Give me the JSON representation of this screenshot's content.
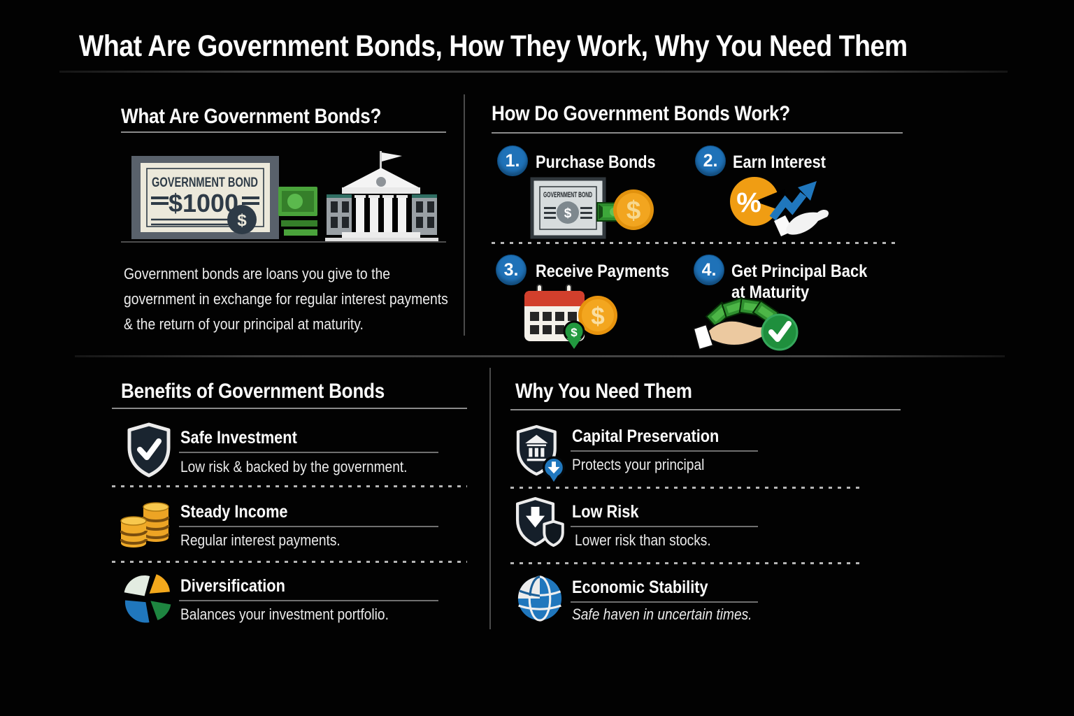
{
  "title": "What Are Government Bonds, How They Work, Why You Need Them",
  "colors": {
    "background": "#000000",
    "accent_blue": "#1f72b8",
    "coin_orange": "#f2a51f",
    "money_green": "#3f9a35",
    "check_green": "#1f8f3d",
    "shield_navy": "#151f2a",
    "bond_paper": "#ece9db",
    "bond_ink": "#2e3b47"
  },
  "what_section": {
    "heading": "What Are Government Bonds?",
    "bond_certificate": {
      "label": "GOVERNMENT BOND",
      "value": "$1000",
      "symbol": "$"
    },
    "description_lines": [
      "Government bonds are loans you give to the",
      "government in exchange for regular interest payments",
      "& the return of your principal at maturity."
    ]
  },
  "how_section": {
    "heading": "How Do Government Bonds Work?",
    "steps": [
      {
        "number": "1.",
        "label": "Purchase Bonds",
        "icon": "bond-certificate-coin-icon",
        "mini_bond_label": "GOVERNMENT BOND",
        "cert_symbol": "$",
        "coin_symbol": "$"
      },
      {
        "number": "2.",
        "label": "Earn Interest",
        "icon": "percent-growth-hand-icon",
        "percent": "%"
      },
      {
        "number": "3.",
        "label": "Receive Payments",
        "icon": "calendar-coin-icon",
        "coin_symbol": "$",
        "pin_symbol": "$"
      },
      {
        "number": "4.",
        "label": "Get Principal Back at Maturity",
        "icon": "hand-cash-check-icon"
      }
    ]
  },
  "benefits_section": {
    "heading": "Benefits of Government Bonds",
    "items": [
      {
        "title": "Safe Investment",
        "subtitle": "Low risk & backed by the government.",
        "icon": "shield-check-icon"
      },
      {
        "title": "Steady Income",
        "subtitle": "Regular interest payments.",
        "icon": "coin-stacks-icon"
      },
      {
        "title": "Diversification",
        "subtitle": "Balances your investment portfolio.",
        "icon": "pie-chart-icon"
      }
    ]
  },
  "why_section": {
    "heading": "Why You Need Them",
    "items": [
      {
        "title": "Capital Preservation",
        "subtitle": "Protects your principal",
        "icon": "shield-bank-icon"
      },
      {
        "title": "Low Risk",
        "subtitle": "Lower risk than stocks.",
        "icon": "shield-down-arrow-icon"
      },
      {
        "title": "Economic Stability",
        "subtitle": "Safe haven in uncertain times.",
        "icon": "globe-icon"
      }
    ]
  }
}
